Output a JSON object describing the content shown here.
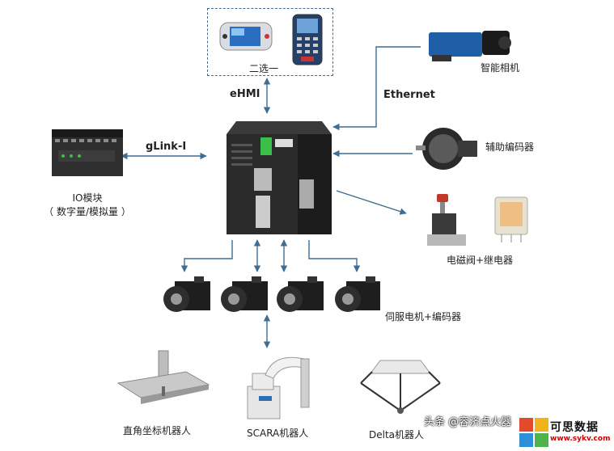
{
  "labels": {
    "choose_one": "二选一",
    "ehmi": "eHMI",
    "ethernet": "Ethernet",
    "glink": "gLink-I",
    "smart_camera": "智能相机",
    "aux_encoder": "辅助编码器",
    "io_module_line1": "IO模块",
    "io_module_line2": "（ 数字量/模拟量 ）",
    "valve_relay": "电磁阀+继电器",
    "servo_encoder": "伺服电机+编码器",
    "cartesian_robot": "直角坐标机器人",
    "scara_robot": "SCARA机器人",
    "delta_robot": "Delta机器人"
  },
  "watermark": {
    "author": "头条 @容济点火器",
    "logo_text": "可思数据",
    "logo_url": "www.sykv.com"
  },
  "colors": {
    "arrow": "#3f6d93",
    "device_dark": "#2b2b2b",
    "accent_blue": "#1f5fa8",
    "logo_red": "#cc0000"
  }
}
